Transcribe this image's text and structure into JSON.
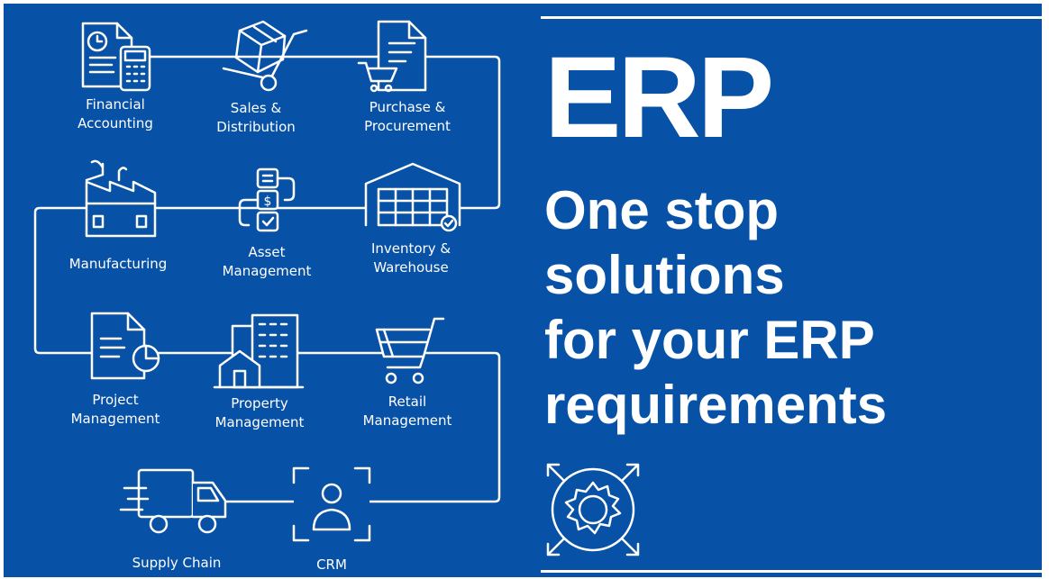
{
  "modules": [
    {
      "id": "financial",
      "lines": [
        "Financial",
        "Accounting"
      ],
      "icon": "financial-accounting-icon"
    },
    {
      "id": "sales",
      "lines": [
        "Sales &",
        "Distribution"
      ],
      "icon": "sales-distribution-icon"
    },
    {
      "id": "purchase",
      "lines": [
        "Purchase &",
        "Procurement"
      ],
      "icon": "purchase-procurement-icon"
    },
    {
      "id": "manufacturing",
      "lines": [
        "Manufacturing"
      ],
      "icon": "factory-icon"
    },
    {
      "id": "asset",
      "lines": [
        "Asset",
        "Management"
      ],
      "icon": "asset-management-icon"
    },
    {
      "id": "inventory",
      "lines": [
        "Inventory &",
        "Warehouse"
      ],
      "icon": "warehouse-icon"
    },
    {
      "id": "project",
      "lines": [
        "Project",
        "Management"
      ],
      "icon": "project-management-icon"
    },
    {
      "id": "property",
      "lines": [
        "Property",
        "Management"
      ],
      "icon": "property-buildings-icon"
    },
    {
      "id": "retail",
      "lines": [
        "Retail",
        "Management"
      ],
      "icon": "shopping-cart-icon"
    },
    {
      "id": "supply",
      "lines": [
        "Supply Chain"
      ],
      "icon": "delivery-truck-icon"
    },
    {
      "id": "crm",
      "lines": [
        "CRM"
      ],
      "icon": "crm-person-icon"
    }
  ],
  "headline": "ERP",
  "tagline": [
    "One stop",
    "solutions",
    "for your ERP",
    "requirements"
  ],
  "bottom_icon": "gear-expand-icon",
  "colors": {
    "background": "#0751a6",
    "foreground": "#ffffff",
    "page": "#ffffff"
  }
}
